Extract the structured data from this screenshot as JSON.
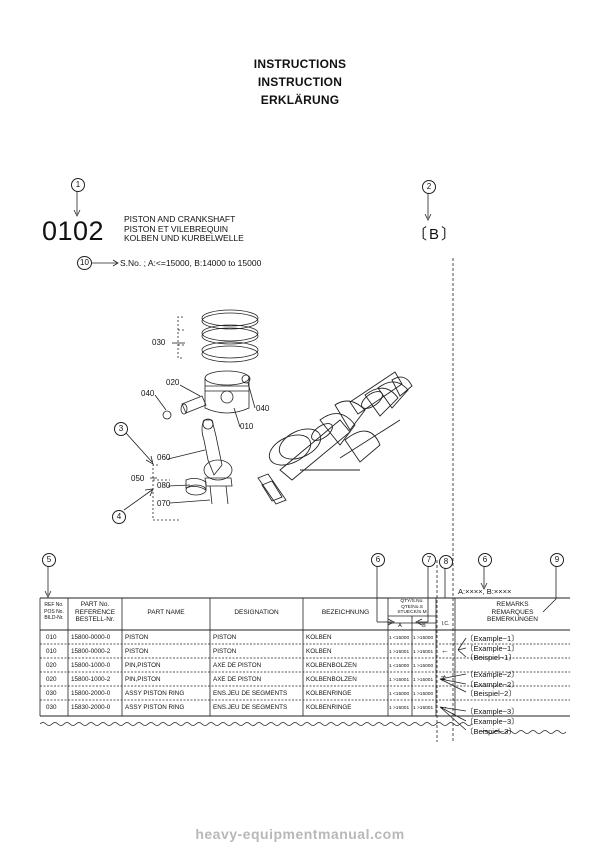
{
  "titles": [
    "INSTRUCTIONS",
    "INSTRUCTION",
    "ERKLÄRUNG"
  ],
  "callout_glyphs": {
    "c1": "1",
    "c2": "2",
    "c3": "3",
    "c4": "4",
    "c5": "5",
    "c6": "6",
    "c7": "7",
    "c8": "8",
    "c9": "9",
    "c10": "10"
  },
  "group": {
    "code": "0102",
    "name_en": "PISTON AND CRANKSHAFT",
    "name_fr": "PISTON ET VILEBREQUIN",
    "name_de": "KOLBEN UND KURBELWELLE",
    "variant": "〔B〕"
  },
  "serial_note": "S.No. ; A:<=15000, B:14000 to 15000",
  "drawing_labels": {
    "p030": "030",
    "p020": "020",
    "p040a": "040",
    "p040b": "040",
    "p010": "010",
    "p060": "060",
    "p050": "050",
    "p080": "080",
    "p070": "070"
  },
  "columns": {
    "ref": [
      "REF No.",
      "POS No.",
      "BILD-Nr."
    ],
    "part_no": [
      "PART No.",
      "REFERENCE",
      "BESTELL-Nr."
    ],
    "part_name": "PART NAME",
    "designation": "DESIGNATION",
    "bezeichnung": "BEZEICHNUNG",
    "qty": [
      "QTY/S.No.",
      "QTE/No.S",
      "STUECK/S.M"
    ],
    "qty_a": "A",
    "qty_b": "B",
    "ic": "I.C.",
    "remarks": [
      "REMARKS",
      "REMARQUES",
      "BEMERKUNGEN"
    ],
    "ab_note": "A:××××, B:××××"
  },
  "rows": [
    {
      "ref": "010",
      "part_no": "15800-0000-0",
      "name": "PISTON",
      "designation": "PISTON",
      "bez": "KOLBEN",
      "qa": "1 <15000",
      "qb": "1 >15000",
      "ic": ""
    },
    {
      "ref": "010",
      "part_no": "15800-0000-2",
      "name": "PISTON",
      "designation": "PISTON",
      "bez": "KOLBEN",
      "qa": "1 >15001",
      "qb": "1 >15001",
      "ic": "←"
    },
    {
      "ref": "020",
      "part_no": "15800-1000-0",
      "name": "PIN,PISTON",
      "designation": "AXE DE PISTON",
      "bez": "KOLBENBOLZEN",
      "qa": "1 <15000",
      "qb": "1 >15000",
      "ic": ""
    },
    {
      "ref": "020",
      "part_no": "15800-1000-2",
      "name": "PIN,PISTON",
      "designation": "AXE DE PISTON",
      "bez": "KOLBENBOLZEN",
      "qa": "1 >15001",
      "qb": "1 >15001",
      "ic": "≠"
    },
    {
      "ref": "030",
      "part_no": "15800-2000-0",
      "name": "ASSY PISTON RING",
      "designation": "ENS.JEU DE SEGMENTS",
      "bez": "KOLBENRINGE",
      "qa": "1 <15000",
      "qb": "1 >15000",
      "ic": ""
    },
    {
      "ref": "030",
      "part_no": "15830-2000-0",
      "name": "ASSY PISTON RING",
      "designation": "ENS.JEU DE SEGMENTS",
      "bez": "KOLBENRINGE",
      "qa": "1 >15001",
      "qb": "1 >15001",
      "ic": "↔"
    }
  ],
  "remarks": [
    "〔Example−1〕",
    "〔Example−1〕",
    "〔Beispiel−1〕",
    "〔Example−2〕",
    "〔Example−2〕",
    "〔Beispiel−2〕",
    "〔Example−3〕",
    "〔Example−3〕",
    "〔Beispiel−3〕"
  ],
  "footer": "heavy-equipmentmanual.com"
}
